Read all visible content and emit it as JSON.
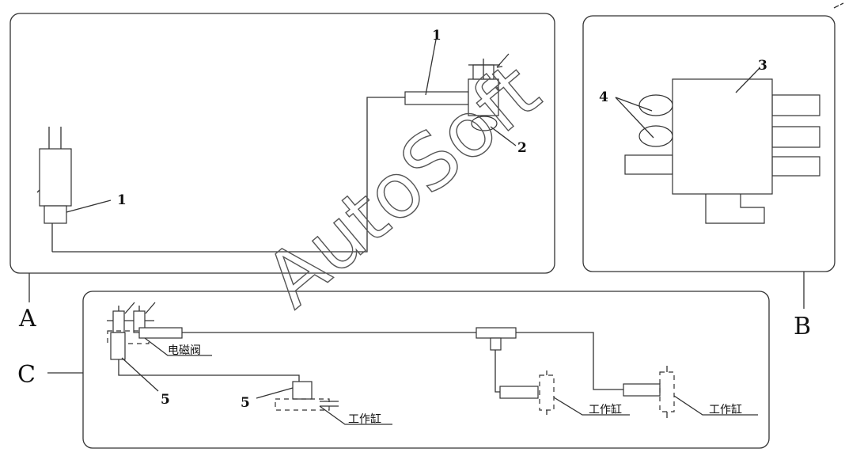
{
  "panels": {
    "a": {
      "letter": "A"
    },
    "b": {
      "letter": "B"
    },
    "c": {
      "letter": "C"
    }
  },
  "callouts": {
    "a_left": "1",
    "a_top": "1",
    "a_valve": "2",
    "b_block": "3",
    "b_ports": "4",
    "c_left": "5",
    "c_mid": "5"
  },
  "texts": {
    "solenoid_valve": "电磁阀",
    "cylinder_1": "工作缸",
    "cylinder_2": "工作缸",
    "cylinder_3": "工作缸"
  },
  "watermark": "AutoSoft"
}
